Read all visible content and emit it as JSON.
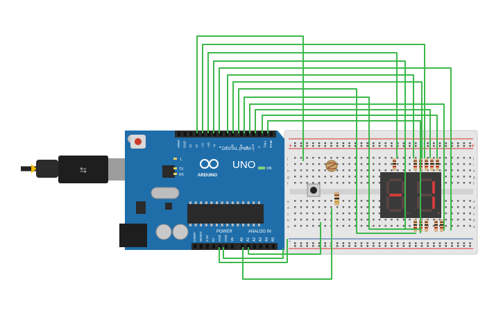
{
  "arduino": {
    "logo_text": "UNO",
    "brand_text": "ARDUINO",
    "digital_header": "DIGITAL (PWM~)",
    "power_header": "POWER",
    "analog_header": "ANALOG IN",
    "led_l": "L",
    "led_tx": "TX",
    "led_rx": "RX",
    "led_on": "ON",
    "digital_pins": [
      "AREF",
      "GND",
      "13",
      "12",
      "~11",
      "~10",
      "~9",
      "8",
      "7",
      "~6",
      "~5",
      "4",
      "~3",
      "2",
      "TX▸1",
      "RX◂0"
    ],
    "power_pins": [
      "IOREF",
      "RESET",
      "3.3V",
      "5V",
      "GND",
      "GND",
      "Vin"
    ],
    "analog_pins": [
      "A0",
      "A1",
      "A2",
      "A3",
      "A4",
      "A5"
    ]
  },
  "breadboard": {
    "row_letters_top": [
      "j",
      "i",
      "h",
      "g",
      "f"
    ],
    "row_letters_bottom": [
      "e",
      "d",
      "c",
      "b",
      "a"
    ],
    "plus": "+",
    "minus": "-"
  },
  "display": {
    "left_digit": "-",
    "right_digit": "1"
  },
  "colors": {
    "board": "#1f6eaa",
    "wire": "#3cb84a",
    "breadboard": "#e6e6e6",
    "rail_red": "#d93030",
    "rail_blue": "#2d59a6",
    "display_body": "#3a3a3a",
    "segment_on": "#d23b3b",
    "segment_off": "#5a4444"
  }
}
